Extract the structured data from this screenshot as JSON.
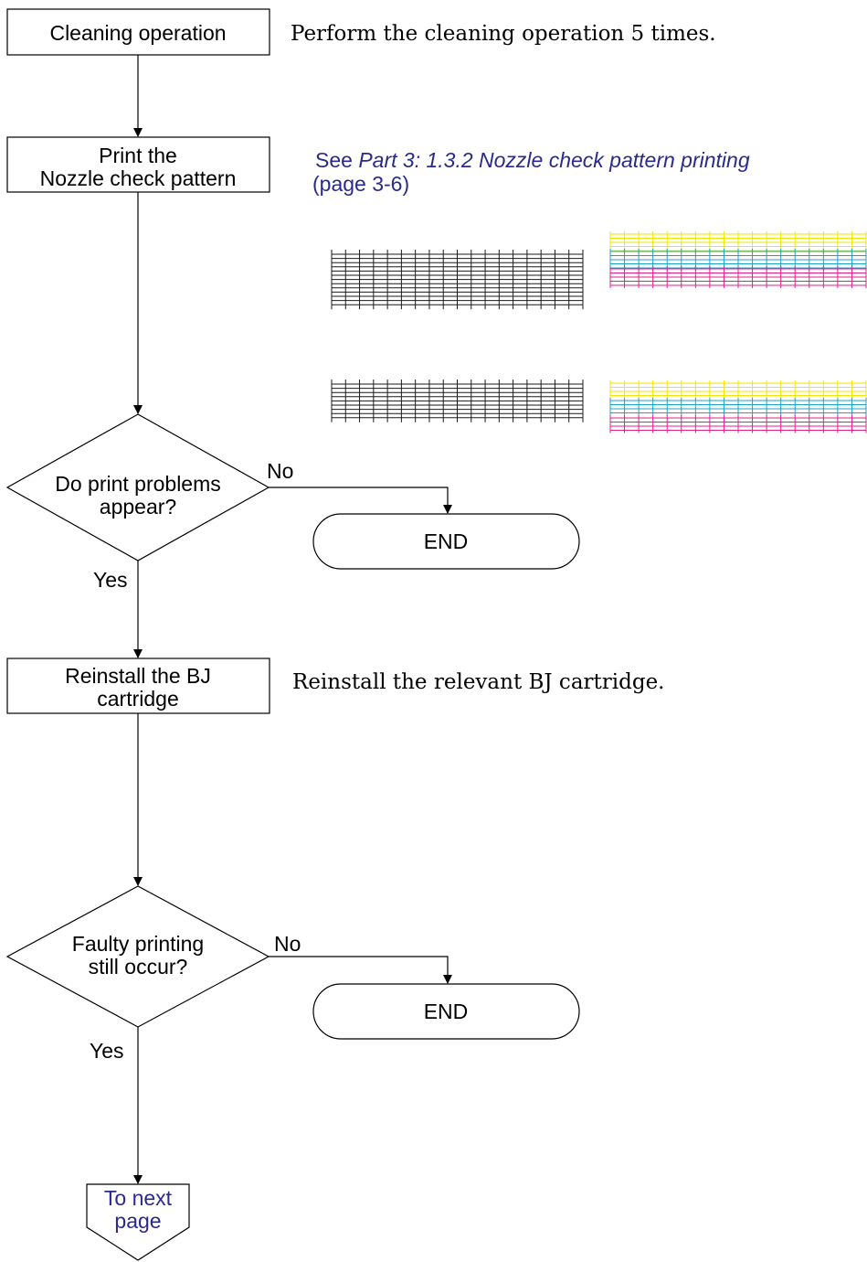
{
  "flowchart": {
    "steps": {
      "cleaning": {
        "label": "Cleaning operation",
        "note": "Perform the cleaning operation 5 times."
      },
      "print_pattern": {
        "label_line1": "Print the",
        "label_line2": "Nozzle check pattern",
        "note_prefix": "See ",
        "note_ref": "Part 3: 1.3.2 Nozzle check pattern printing",
        "note_page": "(page 3-6)"
      },
      "decision1": {
        "line1": "Do print problems",
        "line2": "appear?",
        "no_label": "No",
        "yes_label": "Yes"
      },
      "end1": {
        "label": "END"
      },
      "reinstall": {
        "line1": "Reinstall the BJ",
        "line2": "cartridge",
        "note": "Reinstall the relevant BJ cartridge."
      },
      "decision2": {
        "line1": "Faulty printing",
        "line2": "still occur?",
        "no_label": "No",
        "yes_label": "Yes"
      },
      "end2": {
        "label": "END"
      },
      "next_page": {
        "line1": "To next",
        "line2": "page"
      }
    }
  },
  "nozzle_patterns": {
    "colors": {
      "black": "#1a1a1a",
      "yellow": "#f2e600",
      "cyan": "#1aa3c8",
      "magenta": "#e0208c",
      "link": "#2a2a8c"
    }
  }
}
